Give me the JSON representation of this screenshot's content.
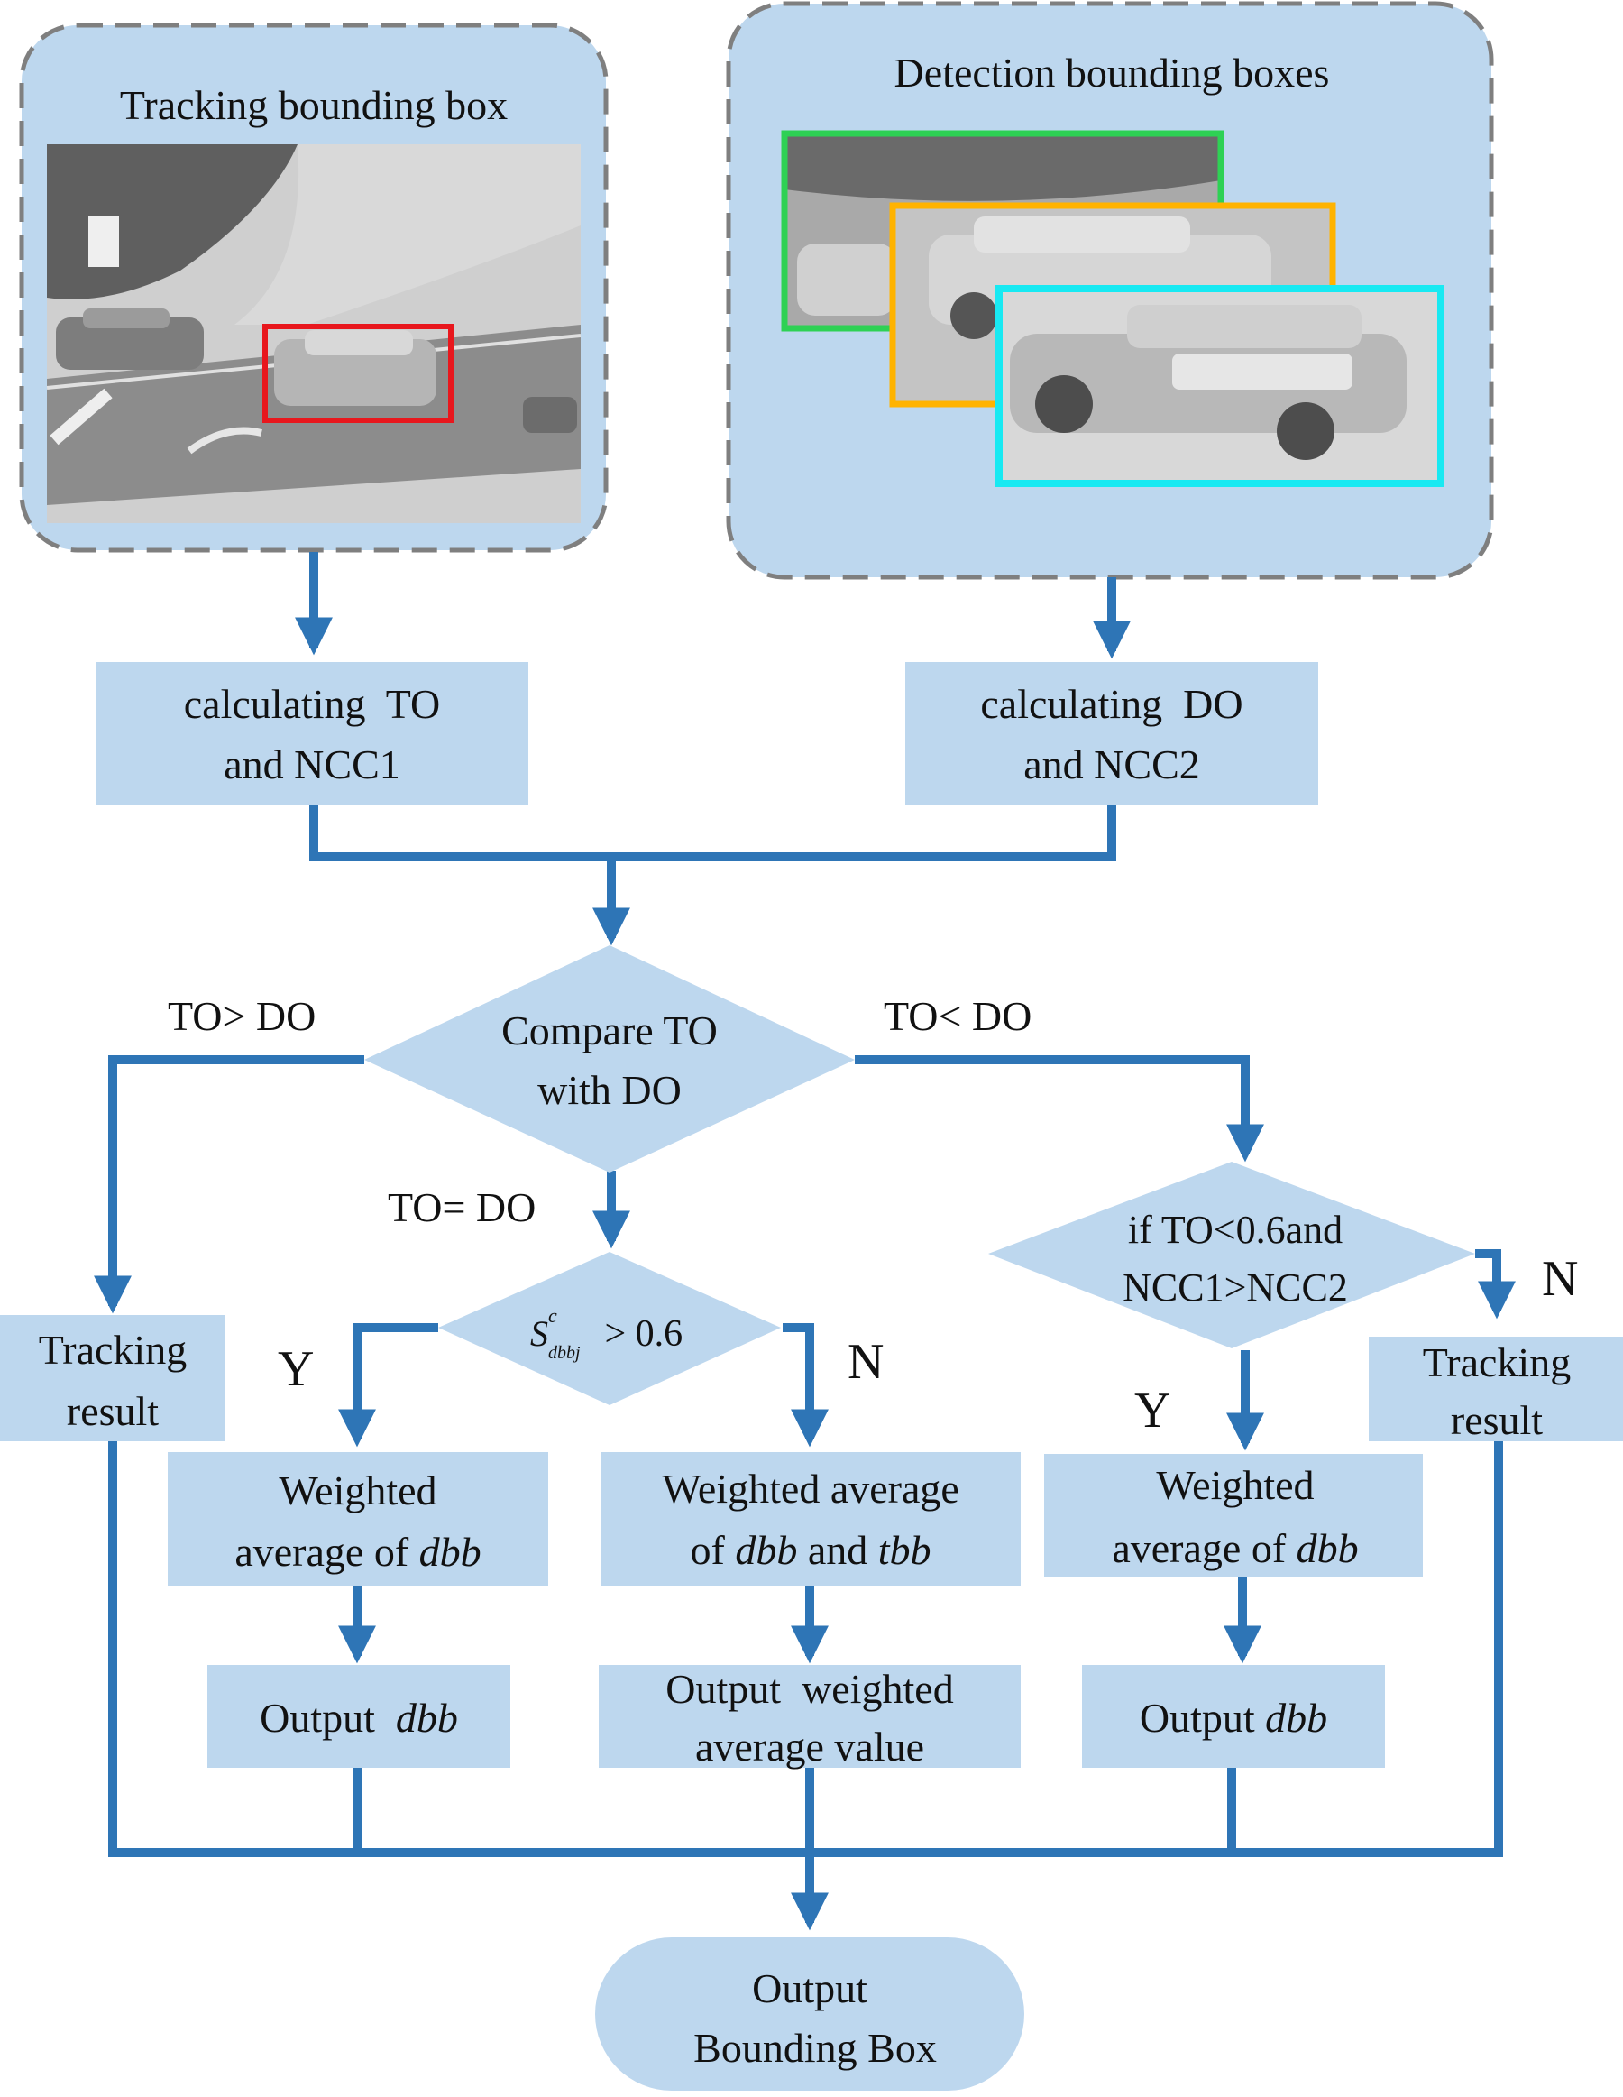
{
  "colors": {
    "box_fill": "#bdd7ee",
    "connector": "#2e75b6",
    "group_border": "#7f7f7f",
    "tracking_box": "#e8171d",
    "det_green": "#2ed154",
    "det_orange": "#ffb300",
    "det_cyan": "#18e9f2"
  },
  "groups": {
    "tracking_title": "Tracking bounding box",
    "detection_title": "Detection bounding boxes"
  },
  "nodes": {
    "calc_to": [
      "calculating  TO",
      "and NCC1"
    ],
    "calc_do": [
      "calculating  DO",
      "and NCC2"
    ],
    "compare": [
      "Compare TO",
      "with DO"
    ],
    "sdbb_condition": {
      "symbol": "S",
      "superscript": "c",
      "subscript": "dbbj",
      "comparison": " > 0.6"
    },
    "if_condition": [
      "if TO<0.6and",
      "NCC1>NCC2"
    ],
    "tracking_result_left": [
      "Tracking",
      "result"
    ],
    "tracking_result_right": [
      "Tracking",
      "result"
    ],
    "weighted_dbb_left": {
      "line1": "Weighted",
      "line2_prefix": "average of ",
      "line2_var": "dbb"
    },
    "weighted_dbb_tbb": {
      "line1": "Weighted average",
      "line2_prefix": "of ",
      "var1": "dbb",
      "mid": " and ",
      "var2": "tbb"
    },
    "weighted_dbb_right": {
      "line1": "Weighted",
      "line2_prefix": "average of ",
      "line2_var": "dbb"
    },
    "output_dbb_left": {
      "prefix": "Output  ",
      "var": "dbb"
    },
    "output_weighted": [
      "Output  weighted",
      "average value"
    ],
    "output_dbb_right": {
      "prefix": "Output ",
      "var": "dbb"
    },
    "final_output": [
      "Output",
      "Bounding Box"
    ]
  },
  "edge_labels": {
    "to_gt_do": "TO> DO",
    "to_lt_do": "TO< DO",
    "to_eq_do": "TO= DO",
    "y_left": "Y",
    "n_mid": "N",
    "y_right": "Y",
    "n_right": "N"
  }
}
